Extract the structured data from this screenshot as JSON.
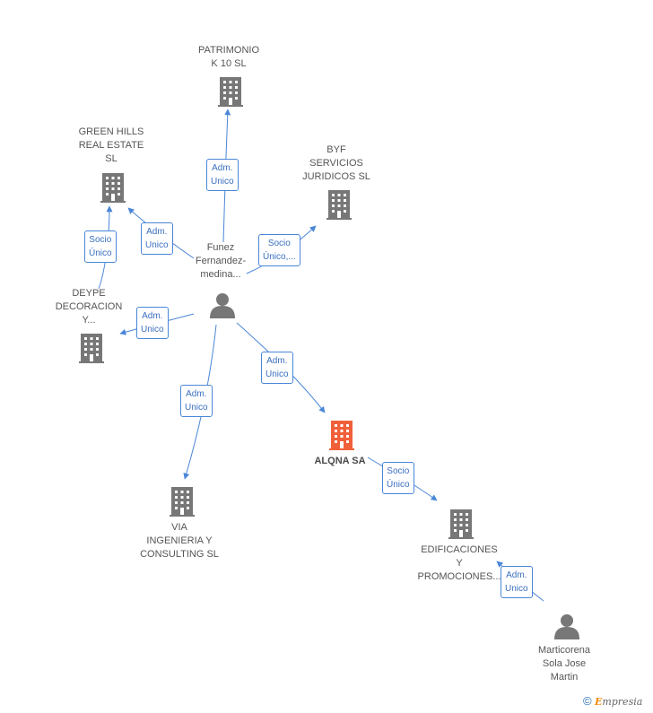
{
  "colors": {
    "edge": "#4a86d8",
    "company_icon": "#777777",
    "main_company_icon": "#f0603a",
    "person_icon": "#777777",
    "label_text": "#555555",
    "brand_orange": "#f08a00"
  },
  "nodes": {
    "patrimonio": {
      "lines": [
        "PATRIMONIO",
        "K 10 SL"
      ],
      "icon": "building-icon"
    },
    "green_hills": {
      "lines": [
        "GREEN HILLS",
        "REAL ESTATE",
        "SL"
      ],
      "icon": "building-icon"
    },
    "byf": {
      "lines": [
        "BYF",
        "SERVICIOS",
        "JURIDICOS SL"
      ],
      "icon": "building-icon"
    },
    "deype": {
      "lines": [
        "DEYPE",
        "DECORACION",
        "Y..."
      ],
      "icon": "building-icon"
    },
    "funez": {
      "lines": [
        "Funez",
        "Fernandez-",
        "medina..."
      ],
      "icon": "person-icon"
    },
    "alqna": {
      "lines": [
        "ALQNA SA"
      ],
      "icon": "building-icon"
    },
    "via": {
      "lines": [
        "VIA",
        "INGENIERIA Y",
        "CONSULTING SL"
      ],
      "icon": "building-icon"
    },
    "edificaciones": {
      "lines": [
        "EDIFICACIONES",
        "Y",
        "PROMOCIONES..."
      ],
      "icon": "building-icon"
    },
    "marticorena": {
      "lines": [
        "Marticorena",
        "Sola Jose",
        "Martin"
      ],
      "icon": "person-icon"
    }
  },
  "edges": [
    {
      "id": "funez_patrimonio",
      "lines": [
        "Adm.",
        "Unico"
      ]
    },
    {
      "id": "funez_greenhills",
      "lines": [
        "Adm.",
        "Unico"
      ]
    },
    {
      "id": "deype_greenhills",
      "lines": [
        "Socio",
        "Único"
      ]
    },
    {
      "id": "funez_byf",
      "lines": [
        "Socio",
        "Único,..."
      ]
    },
    {
      "id": "funez_deype",
      "lines": [
        "Adm.",
        "Unico"
      ]
    },
    {
      "id": "funez_alqna",
      "lines": [
        "Adm.",
        "Unico"
      ]
    },
    {
      "id": "funez_via",
      "lines": [
        "Adm.",
        "Unico"
      ]
    },
    {
      "id": "alqna_edificaciones",
      "lines": [
        "Socio",
        "Único"
      ]
    },
    {
      "id": "marticorena_edificaciones",
      "lines": [
        "Adm.",
        "Unico"
      ]
    }
  ],
  "footer": {
    "copyright_symbol": "©",
    "brand_initial": "E",
    "brand_rest": "mpresia"
  }
}
